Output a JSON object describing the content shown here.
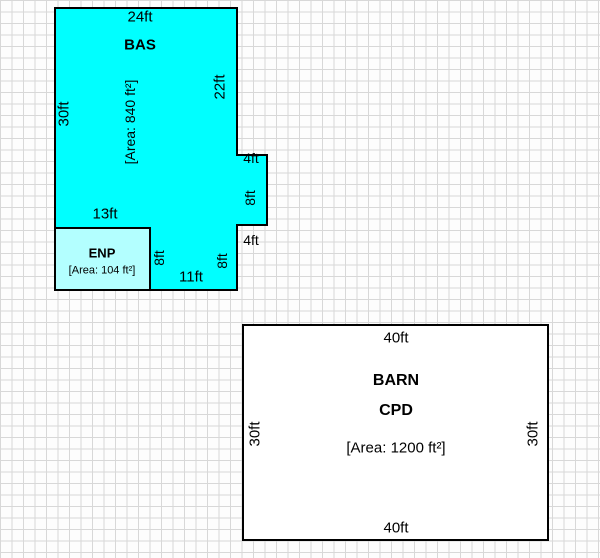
{
  "colors": {
    "bas_fill": "#00ffff",
    "enp_fill": "#b3ffff",
    "barn_fill": "#ffffff",
    "outline": "#000000"
  },
  "bas": {
    "title": "BAS",
    "area": "[Area: 840 ft²]",
    "dim_top": "24ft",
    "dim_left": "30ft",
    "dim_right": "22ft",
    "dim_step_top": "4ft",
    "dim_step_side": "8ft",
    "dim_step_bottom": "4ft",
    "dim_lower_right": "8ft",
    "dim_bottom": "11ft",
    "dim_interior": "13ft"
  },
  "enp": {
    "title": "ENP",
    "area": "[Area: 104 ft²]",
    "dim_side": "8ft"
  },
  "barn": {
    "title": "BARN",
    "subtitle": "CPD",
    "area": "[Area: 1200 ft²]",
    "dim_top": "40ft",
    "dim_bottom": "40ft",
    "dim_left": "30ft",
    "dim_right": "30ft"
  }
}
